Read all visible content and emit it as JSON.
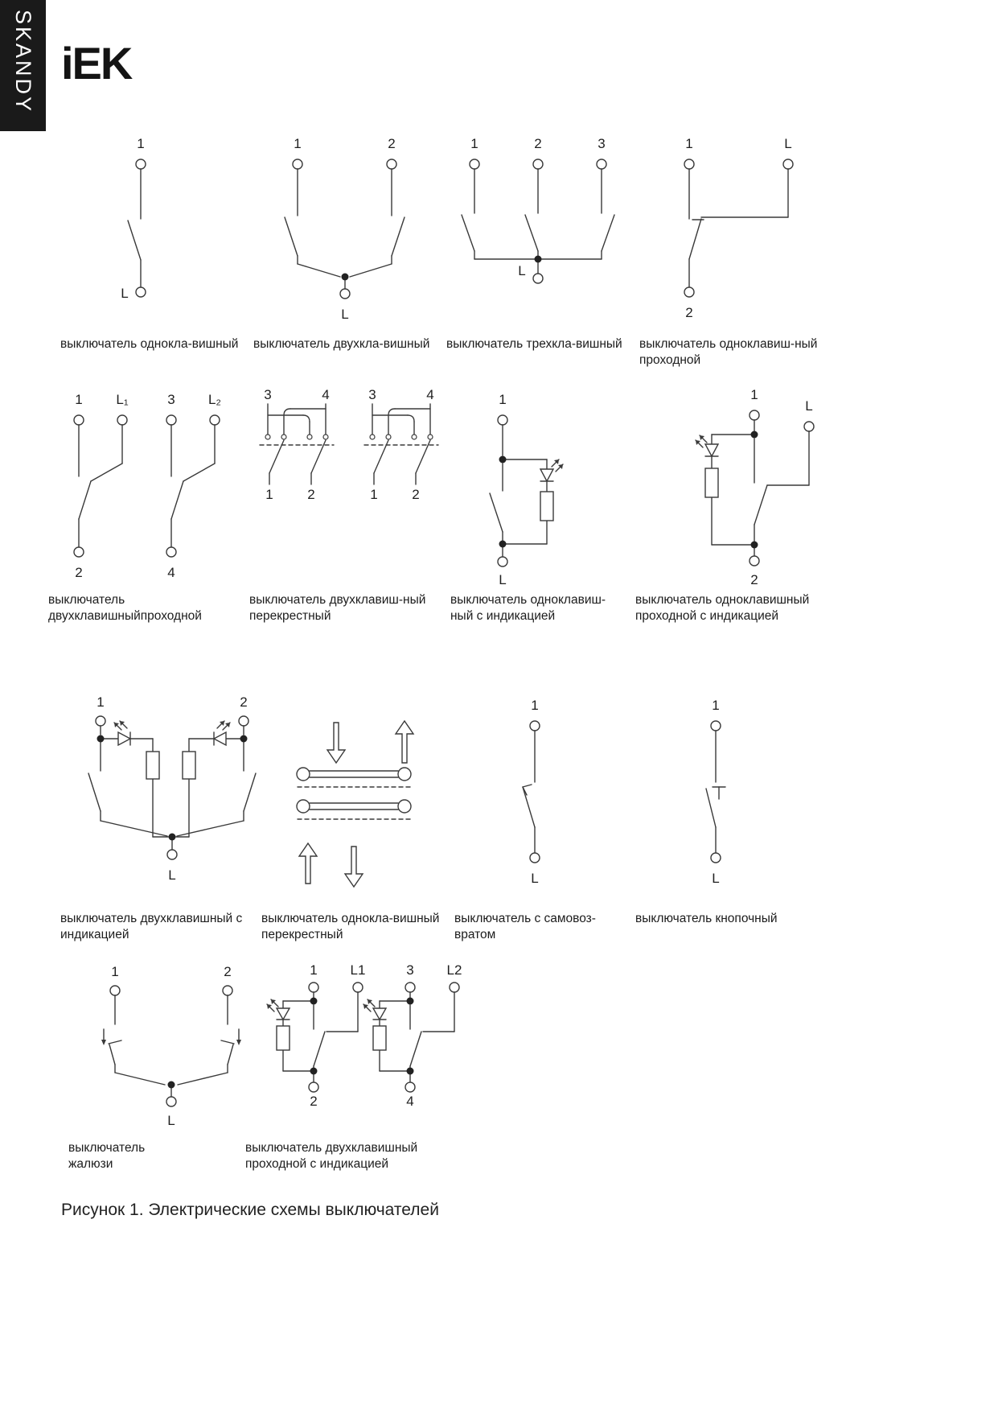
{
  "brand": {
    "vertical_text": "SKANDY",
    "logo_text": "iEK"
  },
  "figure": {
    "caption": "Рисунок 1. Электрические схемы выключателей"
  },
  "colors": {
    "line": "#3a3a3a",
    "text": "#1c1c1c",
    "brand_bg": "#1a1a1a"
  },
  "diagrams": [
    {
      "caption": "выключатель однокла-вишный",
      "labels": [
        "1",
        "L"
      ]
    },
    {
      "caption": "выключатель двухкла-вишный",
      "labels": [
        "1",
        "2",
        "L"
      ]
    },
    {
      "caption": "выключатель трехкла-вишный",
      "labels": [
        "1",
        "2",
        "3",
        "L"
      ]
    },
    {
      "caption": "выключатель одноклавиш-ный\nпроходной",
      "labels": [
        "1",
        "L",
        "2"
      ]
    },
    {
      "caption": "выключатель\nдвухклавишныйпроходной",
      "labels": [
        "1",
        "L₁",
        "2",
        "3",
        "L₂",
        "4"
      ]
    },
    {
      "caption": "выключатель двухклавиш-ный\nперекрестный",
      "labels": [
        "3",
        "4",
        "1",
        "2",
        "3",
        "4",
        "1",
        "2"
      ]
    },
    {
      "caption": "выключатель одноклавиш-\nный с индикацией",
      "labels": [
        "1",
        "L"
      ]
    },
    {
      "caption": "выключатель одноклавишный\nпроходной с индикацией",
      "labels": [
        "1",
        "L",
        "2"
      ]
    },
    {
      "caption": "выключатель двухклавишный с\nиндикацией",
      "labels": [
        "1",
        "2",
        "L"
      ]
    },
    {
      "caption": "выключатель однокла-вишный\nперекрестный",
      "labels": []
    },
    {
      "caption": "выключатель с самовоз-\nвратом",
      "labels": [
        "1",
        "L"
      ]
    },
    {
      "caption": "выключатель кнопочный",
      "labels": [
        "1",
        "L"
      ]
    },
    {
      "caption": "выключатель\nжалюзи",
      "labels": [
        "1",
        "2",
        "L"
      ]
    },
    {
      "caption": "выключатель двухклавишный\nпроходной с индикацией",
      "labels": [
        "1",
        "L1",
        "2",
        "3",
        "L2",
        "4"
      ]
    }
  ]
}
